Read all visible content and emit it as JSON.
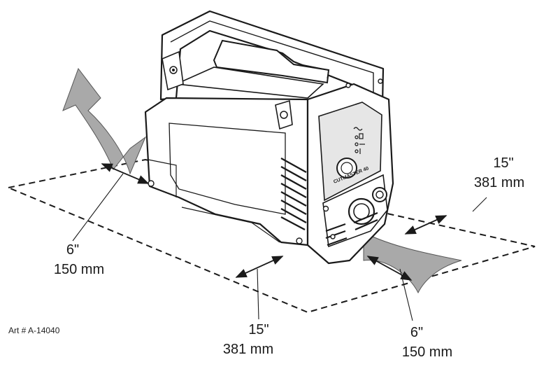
{
  "clearances": {
    "left_side": {
      "inches": "6\"",
      "mm": "150 mm"
    },
    "front": {
      "inches": "15\"",
      "mm": "381 mm"
    },
    "right_side": {
      "inches": "6\"",
      "mm": "150 mm"
    },
    "rear": {
      "inches": "15\"",
      "mm": "381 mm"
    }
  },
  "panel": {
    "model_label": "CUTMASTER 40"
  },
  "art_number": "Art # A-14040",
  "colors": {
    "airflow_arrow": "#a9a9a9",
    "outline": "#1a1a1a",
    "panel": "#e6e6e6"
  }
}
